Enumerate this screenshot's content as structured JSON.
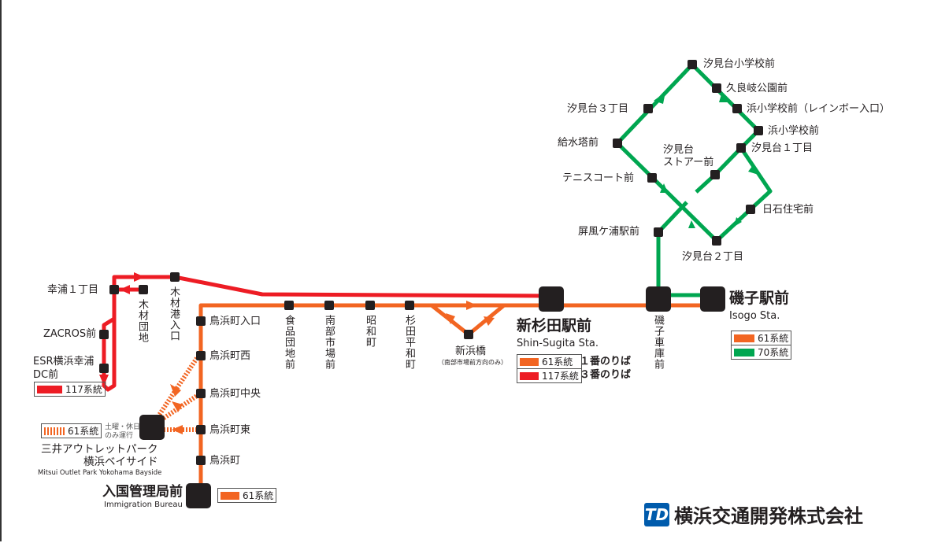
{
  "colors": {
    "route61": "#f26522",
    "route117": "#ed1c24",
    "route70": "#00a650",
    "stop": "#231f20"
  },
  "stops": {
    "sachiura1": "幸浦１丁目",
    "mokuzai_danchi": "木材団地",
    "mokuzaiko_iriguchi": "木材港入口",
    "zacros": "ZACROS前",
    "esr": "ESR横浜幸浦\nDC前",
    "torihama_iriguchi": "鳥浜町入口",
    "torihama_nishi": "鳥浜町西",
    "torihama_chuo": "鳥浜町中央",
    "torihama_higashi": "鳥浜町東",
    "torihama": "鳥浜町",
    "shokuhin": "食品団地前",
    "nanbu": "南部市場前",
    "showa": "昭和町",
    "sugita_hirawa": "杉田平和町",
    "shinhama": "新浜橋",
    "shinhama_note": "（南部市場前方向のみ）",
    "shinsugita": "新杉田駅前",
    "shinsugita_en": "Shin-Sugita Sta.",
    "isogo_shako": "磯子車庫前",
    "isogo": "磯子駅前",
    "isogo_en": "Isogo Sta.",
    "byobugaura": "屏風ケ浦駅前",
    "tennis": "テニスコート前",
    "kyusui": "給水塔前",
    "shiomidai3": "汐見台３丁目",
    "shiomidai_sho": "汐見台小学校前",
    "kuragi": "久良岐公園前",
    "hama_sho_rainbow": "浜小学校前（レインボー入口）",
    "hama_sho": "浜小学校前",
    "shiomidai1": "汐見台１丁目",
    "store": "汐見台\nストアー前",
    "nisseki": "日石住宅前",
    "shiomidai2": "汐見台２丁目",
    "outlet": "三井アウトレットパーク\n横浜ベイサイド",
    "outlet_en": "Mitsui Outlet Park Yokohama Bayside",
    "immigration": "入国管理局前",
    "immigration_en": "Immigration Bureau"
  },
  "legends": {
    "r117": "117系統",
    "r61": "61系統",
    "r70": "70系統",
    "r61_weekend": "61系統",
    "weekend_note": "土曜・休日\nのみ運行",
    "platform1": "１番のりば",
    "platform3": "３番のりば"
  },
  "company": {
    "logo": "TD",
    "name": "横浜交通開発株式会社"
  }
}
